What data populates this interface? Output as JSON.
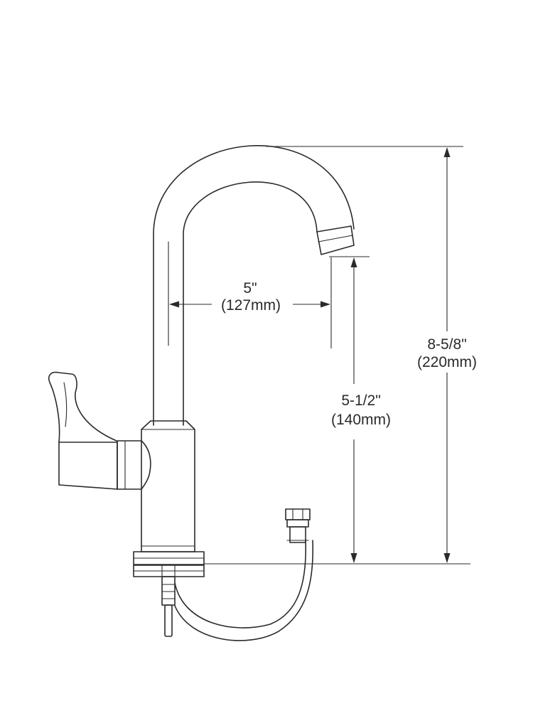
{
  "dimensions": {
    "spout_reach": {
      "imperial": "5\"",
      "metric": "(127mm)"
    },
    "spout_height": {
      "imperial": "5-1/2\"",
      "metric": "(140mm)"
    },
    "overall_height": {
      "imperial": "8-5/8\"",
      "metric": "(220mm)"
    }
  },
  "colors": {
    "line": "#2a2a2a",
    "background": "#ffffff"
  }
}
